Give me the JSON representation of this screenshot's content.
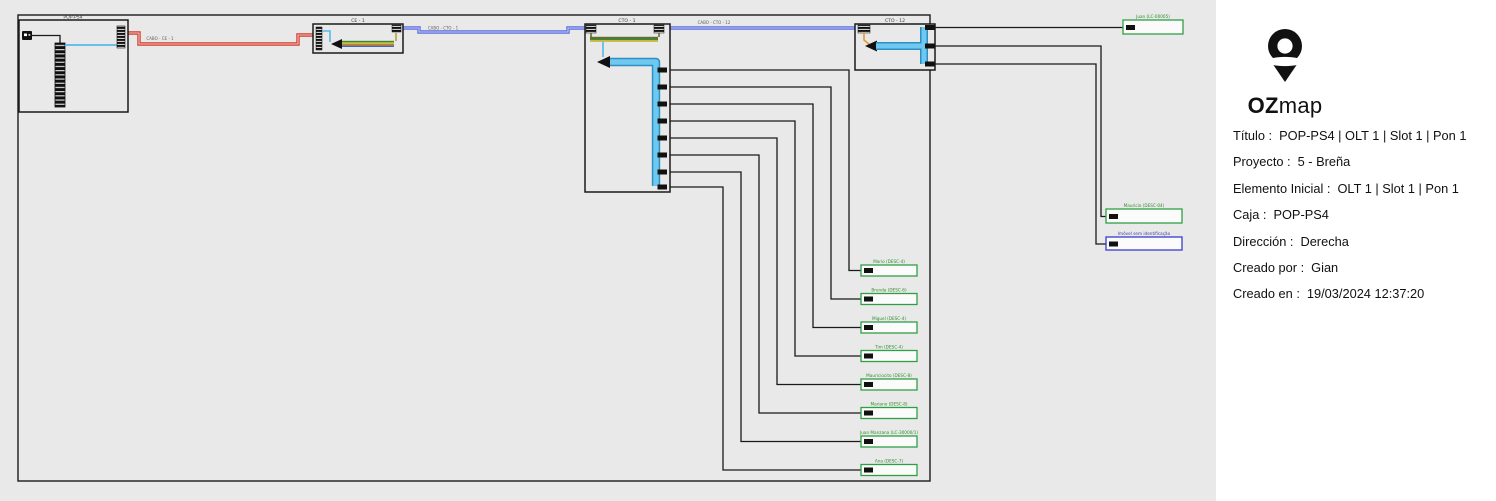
{
  "app": {
    "name": "OZmap",
    "logo_bold": "OZ",
    "logo_light": "map"
  },
  "panel": {
    "fields": [
      {
        "label": "Título :",
        "value": "POP-PS4 | OLT 1 | Slot 1 | Pon 1"
      },
      {
        "label": "Proyecto :",
        "value": "5 - Breña"
      },
      {
        "label": "Elemento Inicial :",
        "value": "OLT 1 | Slot 1 | Pon 1"
      },
      {
        "label": "Caja :",
        "value": "POP-PS4"
      },
      {
        "label": "Dirección :",
        "value": "Derecha"
      },
      {
        "label": "Creado por :",
        "value": "Gian"
      },
      {
        "label": "Creado en :",
        "value": "19/03/2024 12:37:20"
      }
    ]
  },
  "diagram": {
    "boxes": [
      {
        "label": "POP-PS4"
      },
      {
        "label": "CE - 1"
      },
      {
        "label": "CTO - 1"
      },
      {
        "label": "CTO - 12"
      }
    ],
    "cables": [
      {
        "label": "CABO - CE - 1",
        "color": "#d23b2f"
      },
      {
        "label": "CABO - CTO - 1",
        "color": "#5b6ee1"
      },
      {
        "label": "CABO - CTO - 12",
        "color": "#5b6ee1"
      }
    ],
    "clients": [
      {
        "label": "Mario (DESC-4)"
      },
      {
        "label": "Brenda (DESC-6)"
      },
      {
        "label": "Miguel (DESC-4)"
      },
      {
        "label": "Tim (DESC-4)"
      },
      {
        "label": "Mauriciocito (DESC-8)"
      },
      {
        "label": "Mariano (DESC-8)"
      },
      {
        "label": "Juan Manzana (LC-30000/1)"
      },
      {
        "label": "Ana (DESC-7)"
      }
    ],
    "right_clients": [
      {
        "label": "Juan (LC-00005)"
      },
      {
        "label": "Mauricio (DESC-04)"
      }
    ],
    "unidentified": {
      "label": "Imóvel sem identificação"
    },
    "colors": {
      "canvas_bg": "#e9e9e9",
      "client_green": "#2ea043",
      "client_blue": "#3a3ace",
      "cyan_cable": "#55b9ea",
      "orange_fiber": "#e8962e"
    }
  }
}
